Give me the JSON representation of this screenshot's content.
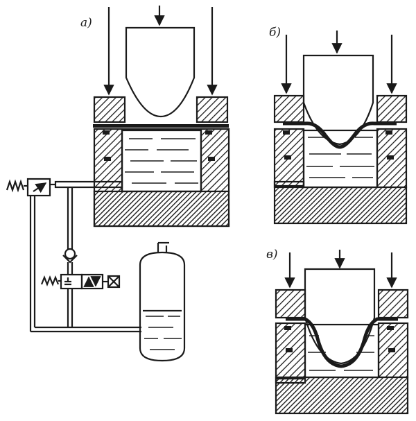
{
  "labels": {
    "panel_a": "а)",
    "panel_b": "б)",
    "panel_c": "в)"
  },
  "colors": {
    "ink": "#1a1a1a",
    "paper": "#ffffff"
  },
  "icons": [
    "spring-symbol",
    "check-valve-symbol",
    "solenoid-valve-symbol",
    "gas-accumulator-symbol"
  ]
}
